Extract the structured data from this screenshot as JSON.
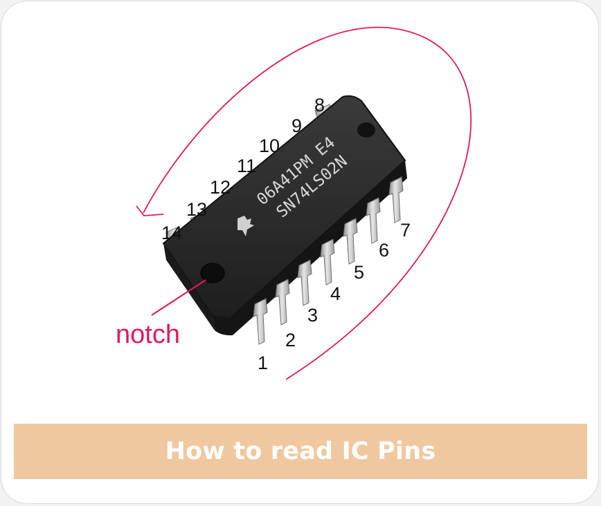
{
  "colors": {
    "accent": "#e0195b",
    "banner": "#f0c8a0",
    "chip_body": "#2b2b2b",
    "pin_metal": "#c9c9c9"
  },
  "chip": {
    "marking_line1": "06A41PM E4",
    "marking_line2": "SN74LS02N",
    "logo": "ti-logo-icon"
  },
  "pins": {
    "p1": "1",
    "p2": "2",
    "p3": "3",
    "p4": "4",
    "p5": "5",
    "p6": "6",
    "p7": "7",
    "p8": "8",
    "p9": "9",
    "p10": "10",
    "p11": "11",
    "p12": "12",
    "p13": "13",
    "p14": "14"
  },
  "notch_label": "notch",
  "banner": {
    "title": "How to read IC Pins"
  }
}
